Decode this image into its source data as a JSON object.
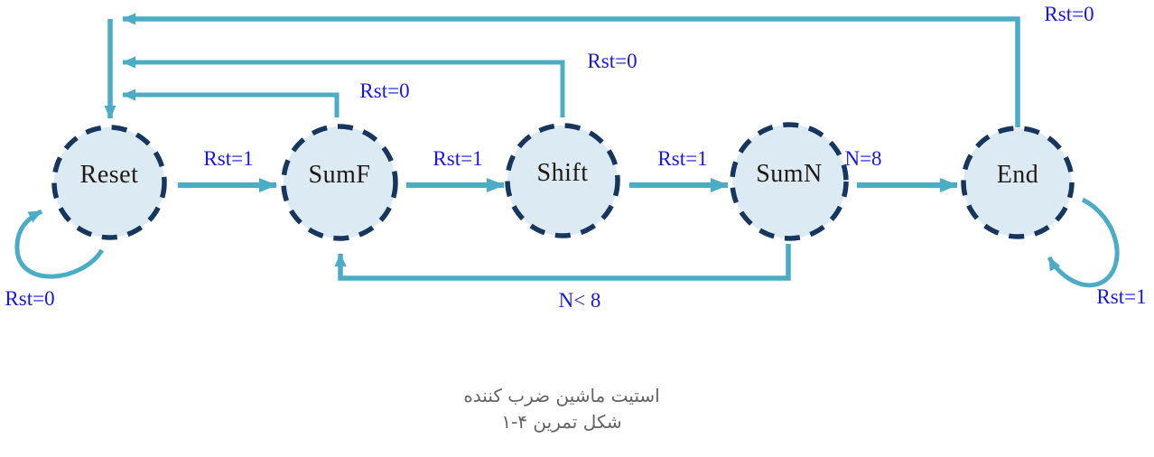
{
  "diagram": {
    "title_hint": "finite state machine of a multiplier",
    "states": [
      {
        "id": "reset",
        "label": "Reset"
      },
      {
        "id": "sumf",
        "label": "SumF"
      },
      {
        "id": "shift",
        "label": "Shift"
      },
      {
        "id": "sumn",
        "label": "SumN"
      },
      {
        "id": "end",
        "label": "End"
      }
    ],
    "transitions": [
      {
        "id": "reset-to-sumf",
        "from": "Reset",
        "to": "SumF",
        "label": "Rst=1"
      },
      {
        "id": "sumf-to-shift",
        "from": "SumF",
        "to": "Shift",
        "label": "Rst=1"
      },
      {
        "id": "shift-to-sumn",
        "from": "Shift",
        "to": "SumN",
        "label": "Rst=1"
      },
      {
        "id": "sumn-to-end",
        "from": "SumN",
        "to": "End",
        "label": "N=8"
      },
      {
        "id": "end-to-reset",
        "from": "End",
        "to": "Reset",
        "label": "Rst=0"
      },
      {
        "id": "shift-to-reset",
        "from": "Shift",
        "to": "Reset",
        "label": "Rst=0"
      },
      {
        "id": "sumf-to-reset",
        "from": "SumF",
        "to": "Reset",
        "label": "Rst=0"
      },
      {
        "id": "reset-self",
        "from": "Reset",
        "to": "Reset",
        "label": "Rst=0"
      },
      {
        "id": "end-self",
        "from": "End",
        "to": "End",
        "label": "Rst=1"
      },
      {
        "id": "sumn-to-sumf",
        "from": "SumN",
        "to": "SumF",
        "label": "N< 8"
      }
    ],
    "colors": {
      "state_fill": "#dceaf4",
      "state_border": "#17365d",
      "arrow": "#4bacc6",
      "edge_label_text": "#1616e8",
      "state_label_text": "#201a14",
      "caption_text": "#636363"
    }
  },
  "caption": {
    "line1": "استیت ماشین ضرب کننده",
    "line2": "شکل تمرین ۴-۱"
  }
}
